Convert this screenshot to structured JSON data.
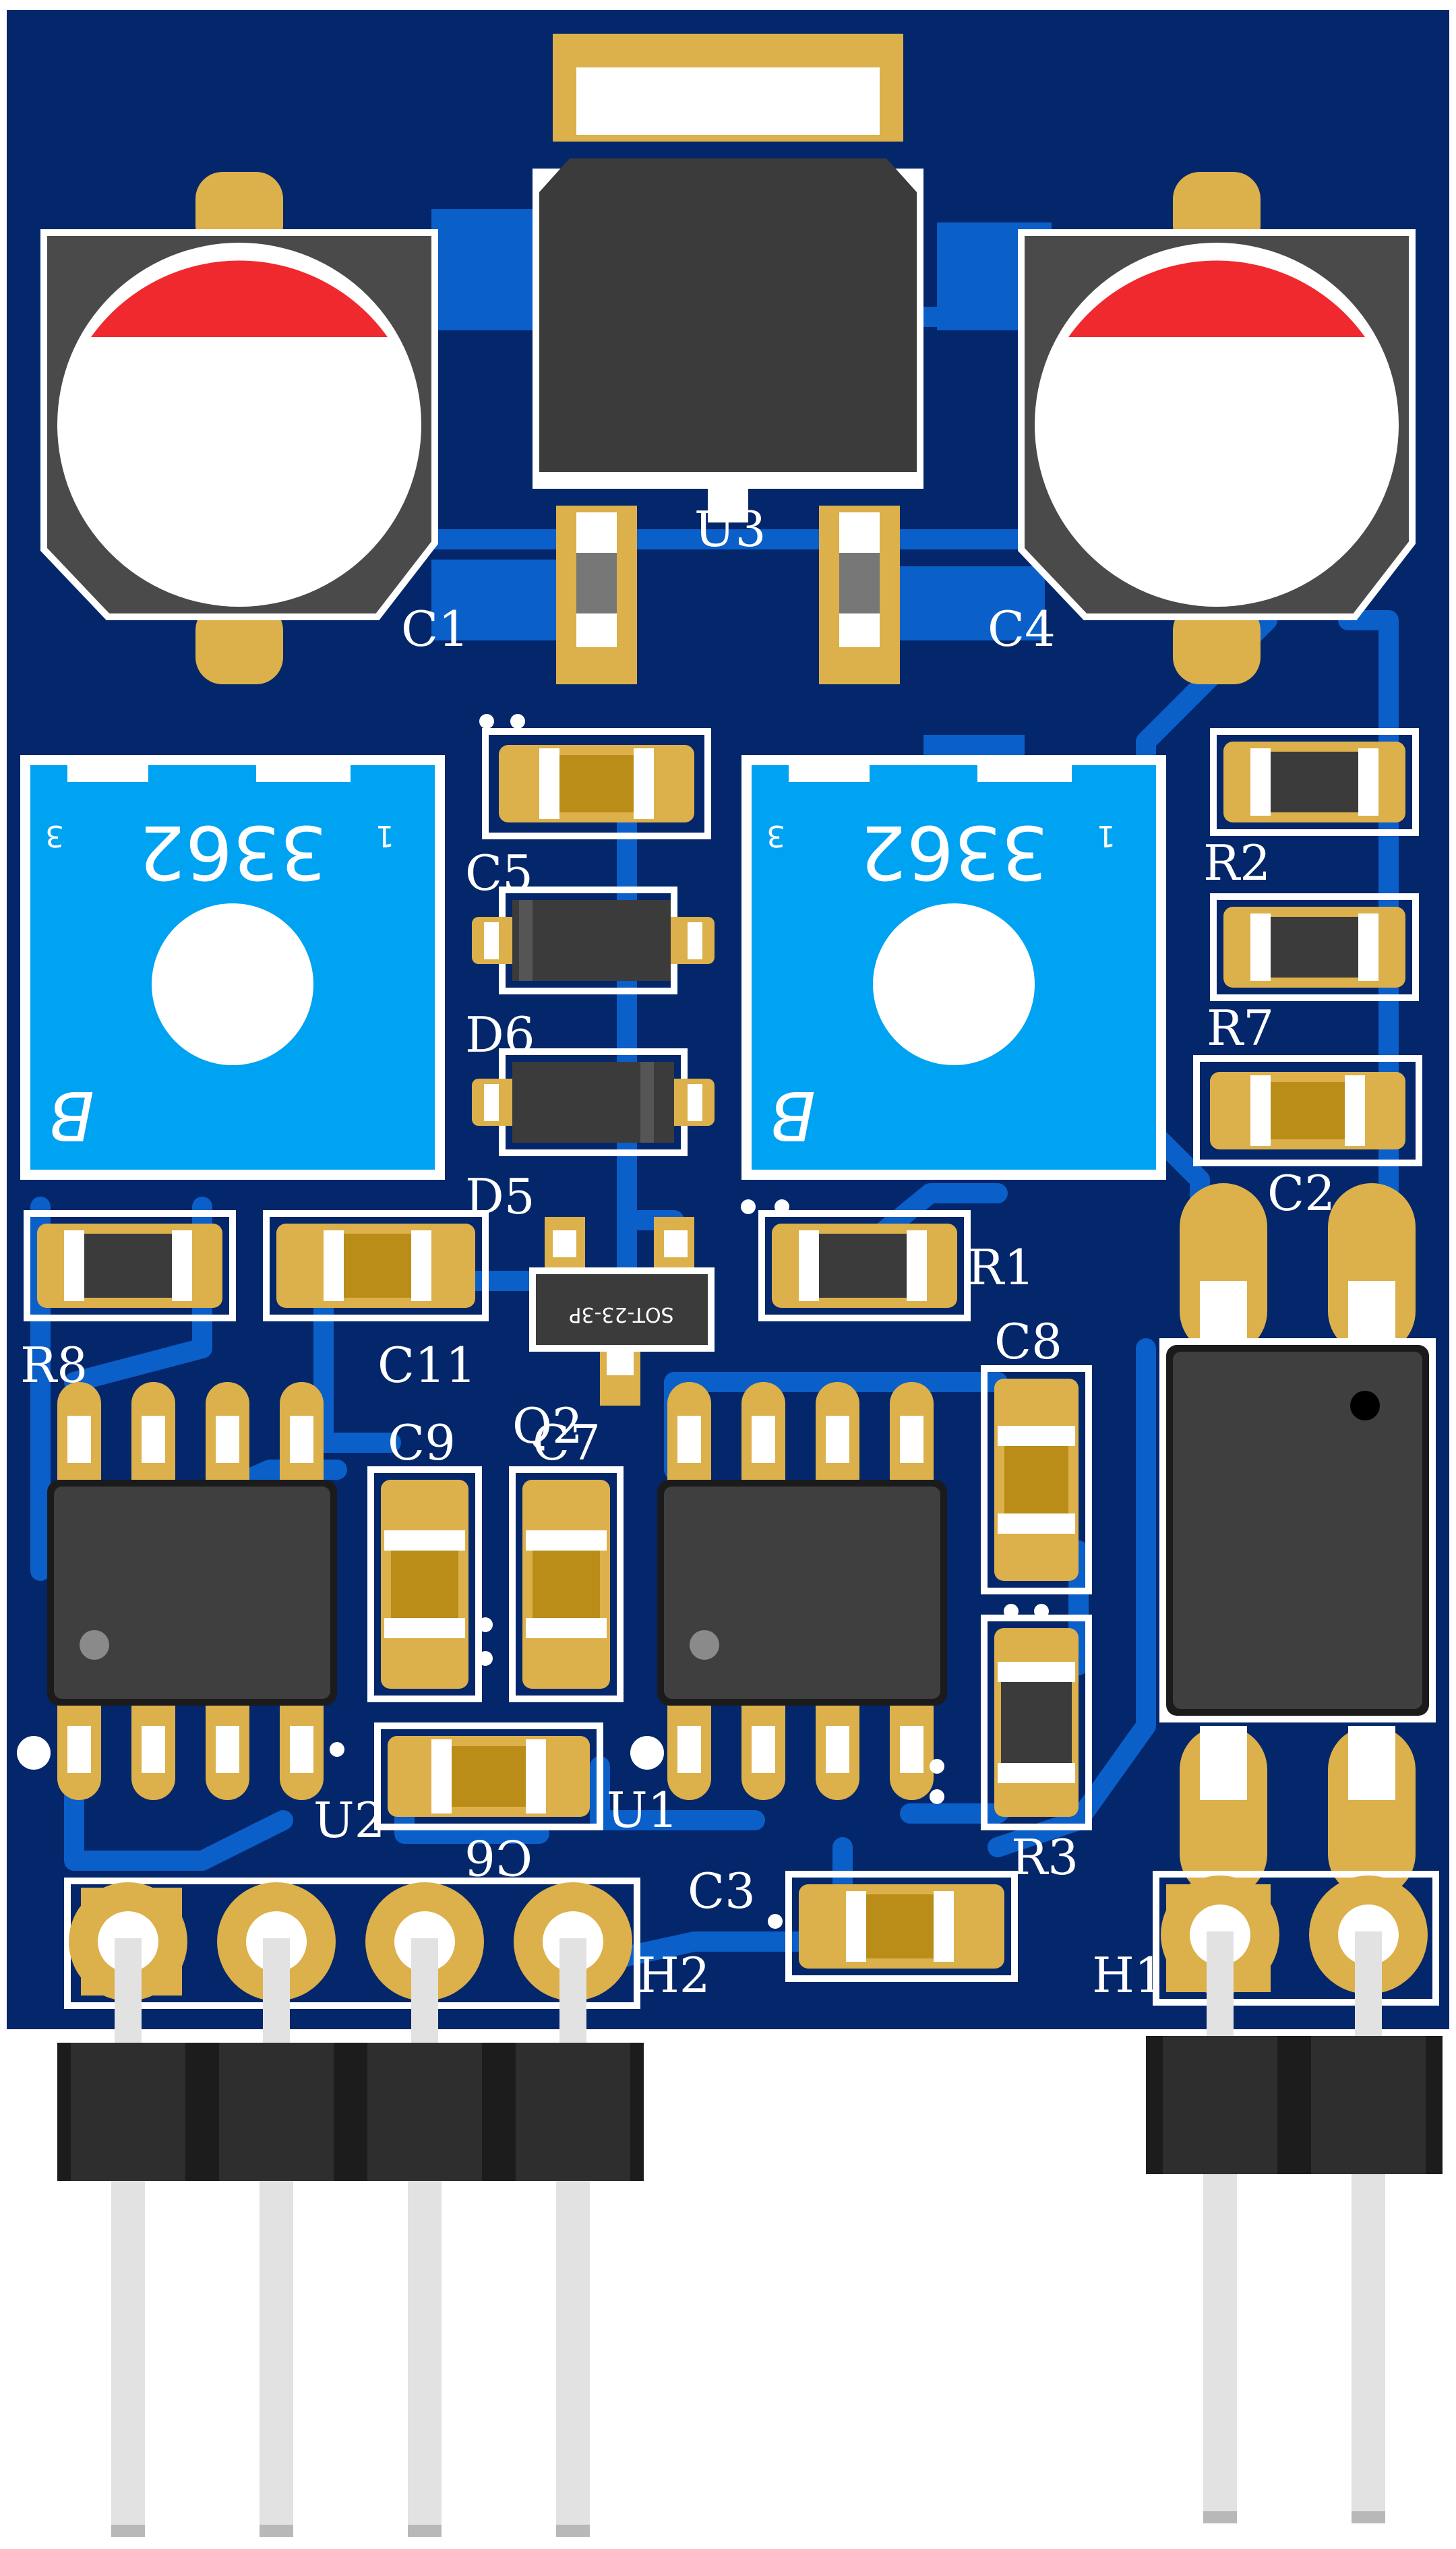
{
  "board": {
    "colors": {
      "soldermask": "#04266a",
      "copper_trace": "#0a5fc9",
      "pad_gold": "#dcb04a",
      "silk": "#ffffff",
      "ic_body": "#3b3b3b",
      "pot_body": "#00a2f2",
      "cap_red": "#f0292f",
      "header_black": "#1c1c1c",
      "pin_metal": "#e2e2e2"
    },
    "designators": {
      "U3": "U3",
      "C1": "C1",
      "C4": "C4",
      "C5": "C5",
      "D6": "D6",
      "D5": "D5",
      "R2": "R2",
      "R7": "R7",
      "C2": "C2",
      "R8": "R8",
      "C11": "C11",
      "Q2": "Q2",
      "R1": "R1",
      "C8": "C8",
      "C9": "C9",
      "C7": "C7",
      "U2": "U2",
      "U1": "U1",
      "C6": "C6",
      "R3": "R3",
      "C3": "C3",
      "H2": "H2",
      "H1": "H1"
    },
    "pot_left": {
      "value": "3362",
      "pin_a": "3",
      "pin_b": "1",
      "brand": "B"
    },
    "pot_right": {
      "value": "3362",
      "pin_a": "3",
      "pin_b": "1",
      "brand": "B"
    },
    "transistor_package": "SOT-23-3P",
    "icons": [
      "electrolytic-capacitor-icon",
      "voltage-regulator-icon",
      "trimmer-potentiometer-icon",
      "soic-chip-icon",
      "pin-header-icon"
    ]
  }
}
